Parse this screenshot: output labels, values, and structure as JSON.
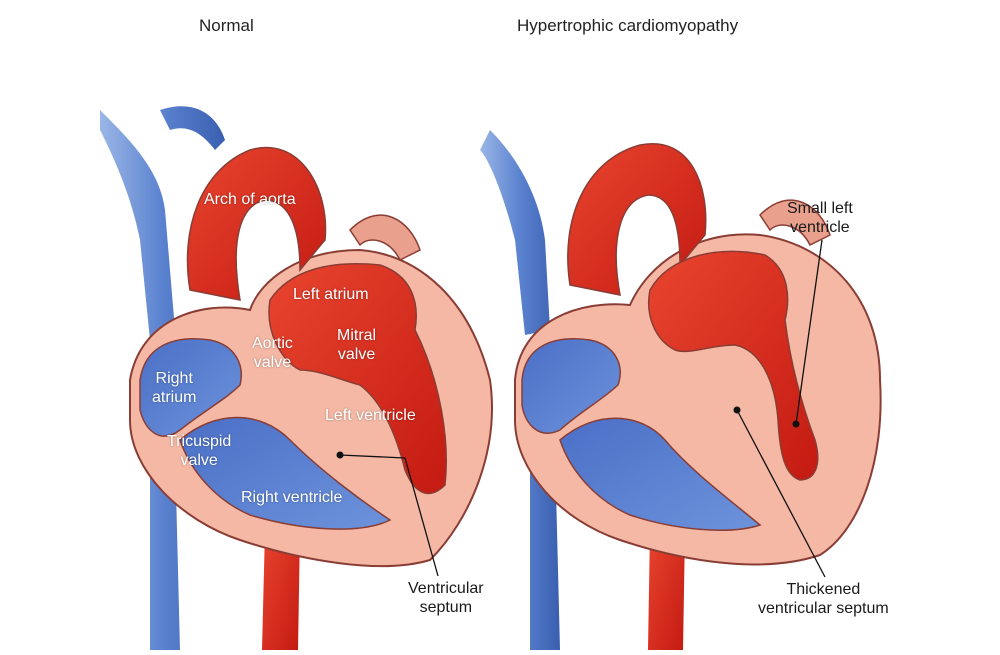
{
  "titles": {
    "normal": "Normal",
    "hcm": "Hypertrophic cardiomyopathy"
  },
  "labels": {
    "arch_of_aorta": "Arch of aorta",
    "left_atrium": "Left atrium",
    "aortic_valve_1": "Aortic",
    "aortic_valve_2": "valve",
    "mitral_valve_1": "Mitral",
    "mitral_valve_2": "valve",
    "right_atrium_1": "Right",
    "right_atrium_2": "atrium",
    "tricuspid_valve_1": "Tricuspid",
    "tricuspid_valve_2": "valve",
    "left_ventricle": "Left ventricle",
    "right_ventricle": "Right ventricle",
    "ventricular_septum_1": "Ventricular",
    "ventricular_septum_2": "septum",
    "small_left_ventricle_1": "Small left",
    "small_left_ventricle_2": "ventricle",
    "thickened_septum_1": "Thickened",
    "thickened_septum_2": "ventricular septum"
  },
  "colors": {
    "oxygenated": "#d8261c",
    "deoxygenated": "#4e78c8",
    "muscle": "#f4b8a5",
    "outline": "#8a3d35"
  }
}
